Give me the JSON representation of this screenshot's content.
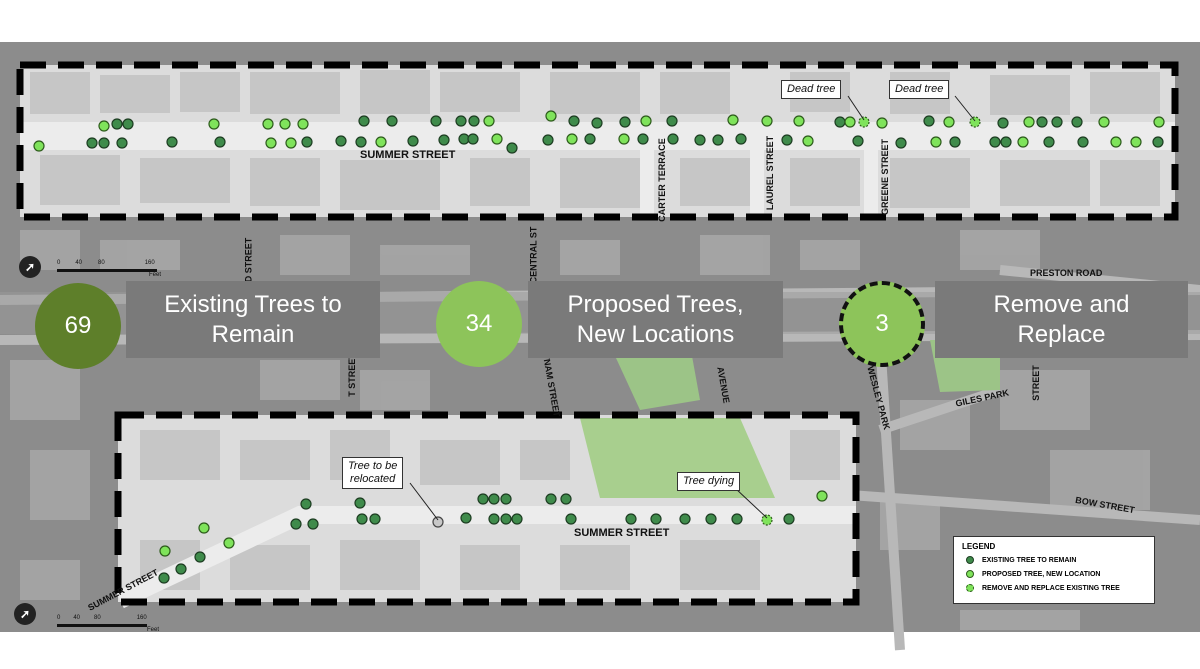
{
  "stats": [
    {
      "count": "69",
      "label": "Existing Trees to\nRemain",
      "color": "#5e7f2a"
    },
    {
      "count": "34",
      "label": "Proposed Trees,\nNew Locations",
      "color": "#8dc45a"
    },
    {
      "count": "3",
      "label": "Remove and\nReplace",
      "color": "#8dc45a"
    }
  ],
  "streets": {
    "summer_top": "SUMMER STREET",
    "summer_bottom": "SUMMER STREET",
    "summer_diag": "SUMMER STREET",
    "carter": "CARTER TERRACE",
    "laurel": "LAUREL STREET",
    "greene": "GREENE STREET",
    "central": "CENTRAL ST",
    "putnam": "PUTNAM STREET",
    "preston": "PRESTON ROAD",
    "wesley": "WESLEY PARK",
    "giles": "GILES PARK",
    "bow": "BOW STREET",
    "avenue": "AVENUE",
    "d_street": "D STREET",
    "t_street": "T STREET",
    "street_r": "STREET"
  },
  "callouts": {
    "dead_tree_1": "Dead tree",
    "dead_tree_2": "Dead tree",
    "relocate": "Tree to be\nrelocated",
    "dying": "Tree dying"
  },
  "legend": {
    "title": "LEGEND",
    "items": [
      {
        "label": "EXISTING TREE TO REMAIN",
        "color": "#3f8b4b",
        "type": "existing"
      },
      {
        "label": "PROPOSED TREE, NEW LOCATION",
        "color": "#7fe35b",
        "type": "proposed"
      },
      {
        "label": "REMOVE AND REPLACE EXISTING TREE",
        "color": "#7fe35b",
        "type": "replace"
      }
    ]
  },
  "scale": {
    "ticks": [
      "0",
      "40",
      "80",
      "160"
    ],
    "unit": "Feet"
  },
  "colors": {
    "existing_tree": "#3f8b4b",
    "proposed_tree": "#7fe35b",
    "park": "#a8cf8e",
    "map_bg": "#8a8a8a",
    "focus_bg": "#dedede"
  }
}
